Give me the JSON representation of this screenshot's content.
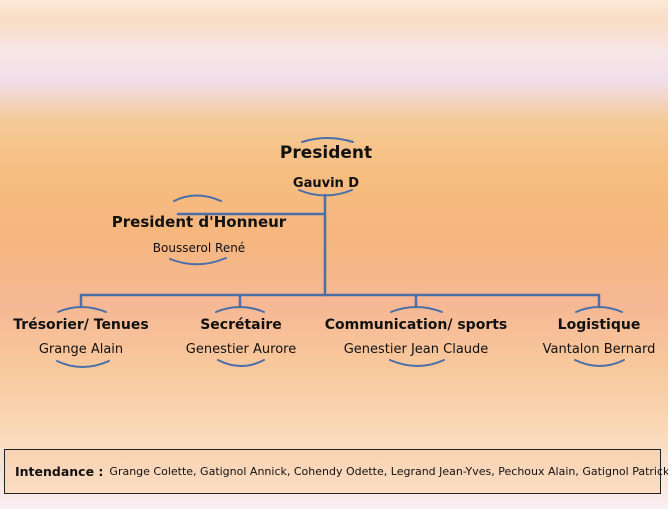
{
  "president": {
    "title": "President",
    "name": "Gauvin D"
  },
  "honorary": {
    "title": "President d'Honneur",
    "name": "Bousserol René"
  },
  "members": [
    {
      "title": "Trésorier/ Tenues",
      "name": "Grange Alain"
    },
    {
      "title": "Secrétaire",
      "name": "Genestier Aurore"
    },
    {
      "title": "Communication/ sports",
      "name": "Genestier Jean Claude"
    },
    {
      "title": "Logistique",
      "name": "Vantalon Bernard"
    }
  ],
  "intendance": {
    "label": "Intendance  :",
    "names": "Grange Colette, Gatignol Annick, Cohendy Odette, Legrand Jean-Yves, Pechoux Alain, Gatignol Patrick"
  },
  "colors": {
    "connector": "#4a6ea8",
    "arc": "#4a6ea8"
  }
}
